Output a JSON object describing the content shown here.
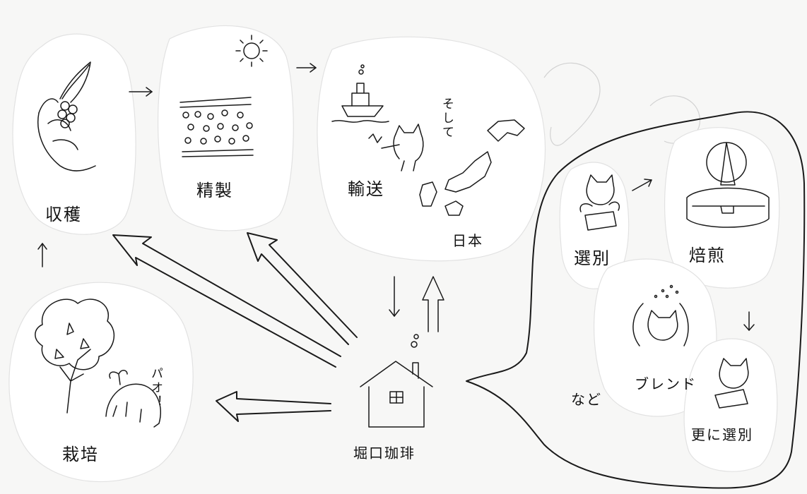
{
  "steps": {
    "harvest": "収穫",
    "refine": "精製",
    "transport": "輸送",
    "japan": "日本",
    "cultivation": "栽培",
    "shop": "堀口珈琲",
    "sorting": "選別",
    "roasting": "焙煎",
    "blend": "ブレンド",
    "resort": "更に選別",
    "etc": "など"
  },
  "side_text": {
    "and_then": "そして",
    "sprout": "パオ！"
  },
  "icons": {
    "harvest": "hand-holding-cherries-icon",
    "refine": "drying-beans-in-sun-icon",
    "transport": "ship-and-cat-icon",
    "japan": "japan-map-icon",
    "cultivation": "coffee-tree-icon",
    "shop": "house-icon",
    "sorting": "cat-sorting-beans-icon",
    "roasting": "roaster-machine-icon",
    "blend": "cat-blending-icon",
    "resort": "cat-resorting-icon"
  },
  "colors": {
    "ink": "#1a1a1a",
    "paper": "#ffffff",
    "background": "#f7f7f6"
  }
}
